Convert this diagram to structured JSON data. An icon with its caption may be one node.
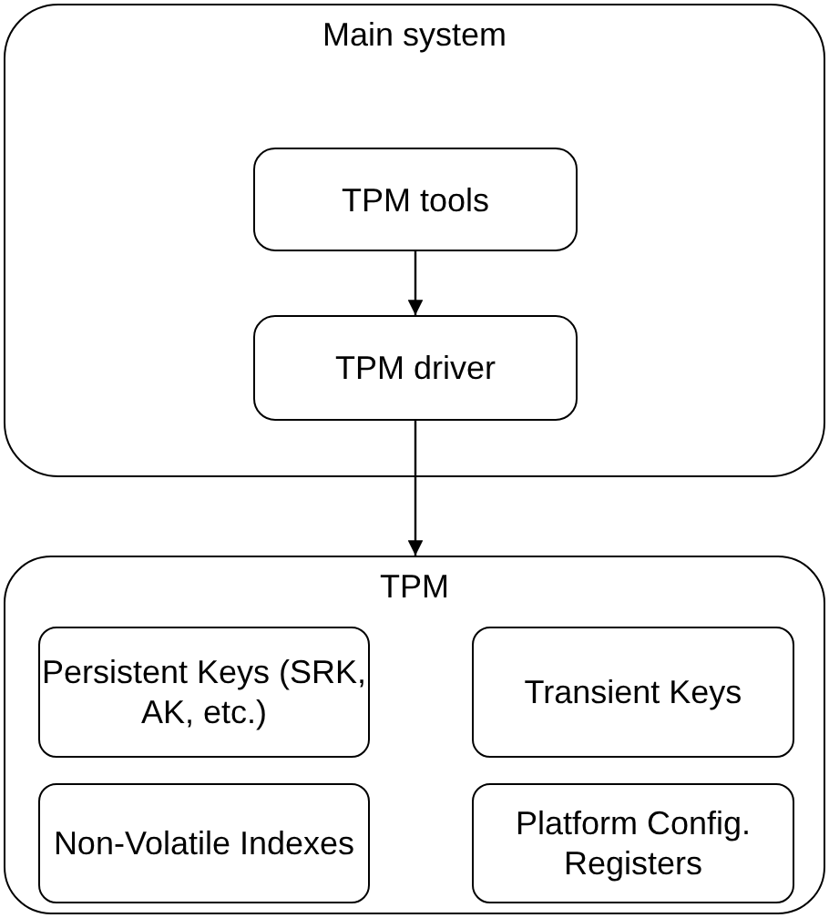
{
  "diagram": {
    "nodes": [
      {
        "text": [
          "Main system"
        ]
      },
      {
        "text": [
          "TPM tools"
        ],
        "in": 0
      },
      {
        "text": [
          "TPM driver"
        ],
        "in": 0
      },
      {
        "text": [
          "TPM"
        ]
      },
      {
        "text": [
          "Persistent Keys (SRK, AK, etc.)"
        ],
        "in": 3
      },
      {
        "text": [
          "Transient Keys"
        ],
        "in": 3
      },
      {
        "text": [
          "Non-Volatile Indexes"
        ],
        "in": 3
      },
      {
        "text": [
          "Platform Config. Registers"
        ],
        "in": 3
      }
    ],
    "edges": [
      {
        "from": 1,
        "to": 2,
        "arrow": "to"
      },
      {
        "from": 2,
        "to": 3,
        "arrow": "to"
      }
    ]
  }
}
